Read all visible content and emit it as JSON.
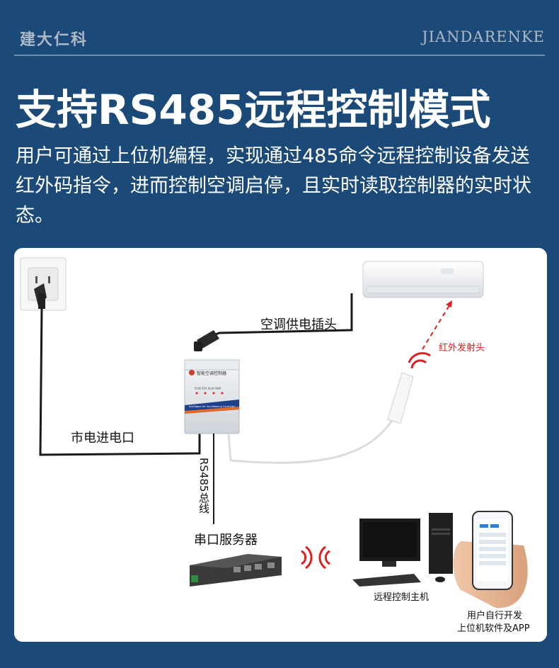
{
  "header": {
    "brand_cn": "建大仁科",
    "brand_en": "JIANDARENKE"
  },
  "headline": "支持RS485远程控制模式",
  "description": "用户可通过上位机编程，实现通过485命令远程控制设备发送红外码指令，进而控制空调启停，且实时读取控制器的实时状态。",
  "diagram": {
    "ac_plug_label": "空调供电插头",
    "ir_emitter_label": "红外发射头",
    "mains_inlet_label": "市电进电口",
    "bus_label": "RS485总线",
    "serial_server_label": "串口服务器",
    "remote_host_label": "远程控制主机",
    "user_dev_line1": "用户自行开发",
    "user_dev_line2": "上位机软件及APP",
    "controller_title": "智能空调控制器",
    "controller_sub": "Intelligent Air Conditioning Controller",
    "controller_leds": "RUN  STA  ALM  PWR"
  },
  "colors": {
    "background": "#1b4a78",
    "accent_red": "#e01e1e",
    "panel": "#ffffff"
  }
}
